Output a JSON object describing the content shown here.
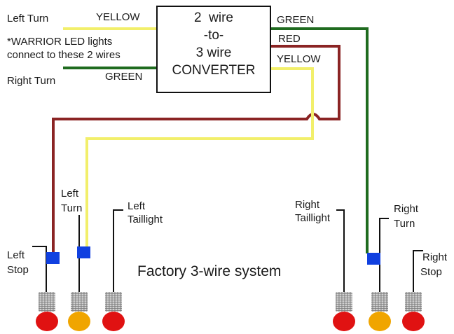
{
  "converter": {
    "line1": "2  wire",
    "line2": "-to-",
    "line3": "3 wire",
    "line4": "CONVERTER"
  },
  "inputs": {
    "left_turn_label": "Left Turn",
    "left_wire_color_label": "YELLOW",
    "note_line1": "*WARRIOR LED lights",
    "note_line2": "connect to these 2 wires",
    "right_turn_label": "Right Turn",
    "right_wire_color_label": "GREEN"
  },
  "outputs": {
    "green_label": "GREEN",
    "red_label": "RED",
    "yellow_label": "YELLOW"
  },
  "left_side": {
    "stop_line1": "Left",
    "stop_line2": "Stop",
    "turn_line1": "Left",
    "turn_line2": "Turn",
    "tail_line1": "Left",
    "tail_line2": "Taillight"
  },
  "right_side": {
    "tail_line1": "Right",
    "tail_line2": "Taillight",
    "turn_line1": "Right",
    "turn_line2": "Turn",
    "stop_line1": "Right",
    "stop_line2": "Stop"
  },
  "system_title": "Factory 3-wire system",
  "colors": {
    "yellow_wire": "#f2ef6b",
    "green_wire": "#1f6b1f",
    "red_wire": "#8b2424",
    "red_bulb": "#e01212",
    "amber_bulb": "#f0a500",
    "connector": "#1040e0",
    "socket": "#c8c8c8"
  }
}
